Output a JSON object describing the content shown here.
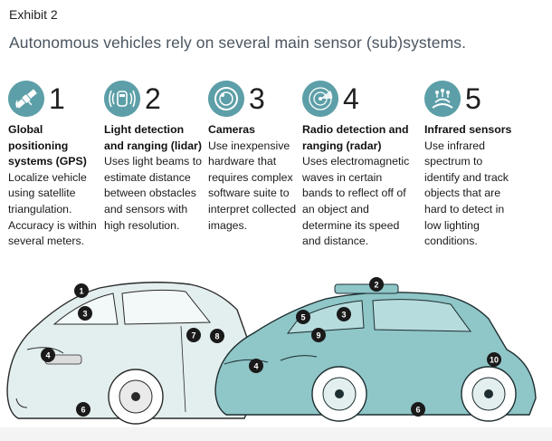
{
  "exhibit_label": "Exhibit 2",
  "headline": "Autonomous vehicles rely on several main sensor (sub)systems.",
  "sensors": [
    {
      "number": "1",
      "icon": "satellite-icon",
      "title": "Global positioning systems (GPS)",
      "description": "Localize vehicle using satellite triangulation. Accuracy is within several meters."
    },
    {
      "number": "2",
      "icon": "lidar-car-icon",
      "title": "Light detection and ranging (lidar)",
      "description": "Uses light beams to estimate distance between obstacles and sensors with high resolution."
    },
    {
      "number": "3",
      "icon": "camera-lens-icon",
      "title": "Cameras",
      "description": "Use inexpensive hardware that requires complex software suite to interpret collected images."
    },
    {
      "number": "4",
      "icon": "radar-icon",
      "title": "Radio detection and ranging (radar)",
      "description": "Uses electromagnetic waves in certain bands to reflect off of an object and determine its speed and distance."
    },
    {
      "number": "5",
      "icon": "infrared-road-icon",
      "title": "Infrared sensors",
      "description": "Use infrared spectrum to identify and track objects that are hard to detect in low lighting conditions."
    }
  ],
  "car_markers": {
    "rear_car": [
      "1",
      "3",
      "4",
      "6",
      "7",
      "8"
    ],
    "front_car": [
      "2",
      "5",
      "3",
      "9",
      "4",
      "10",
      "6"
    ]
  },
  "colors": {
    "icon_teal": "#5d9fa8",
    "front_car_body": "#8fc6c8",
    "rear_car_body": "#e3eeef",
    "marker": "#1a1a1a"
  }
}
